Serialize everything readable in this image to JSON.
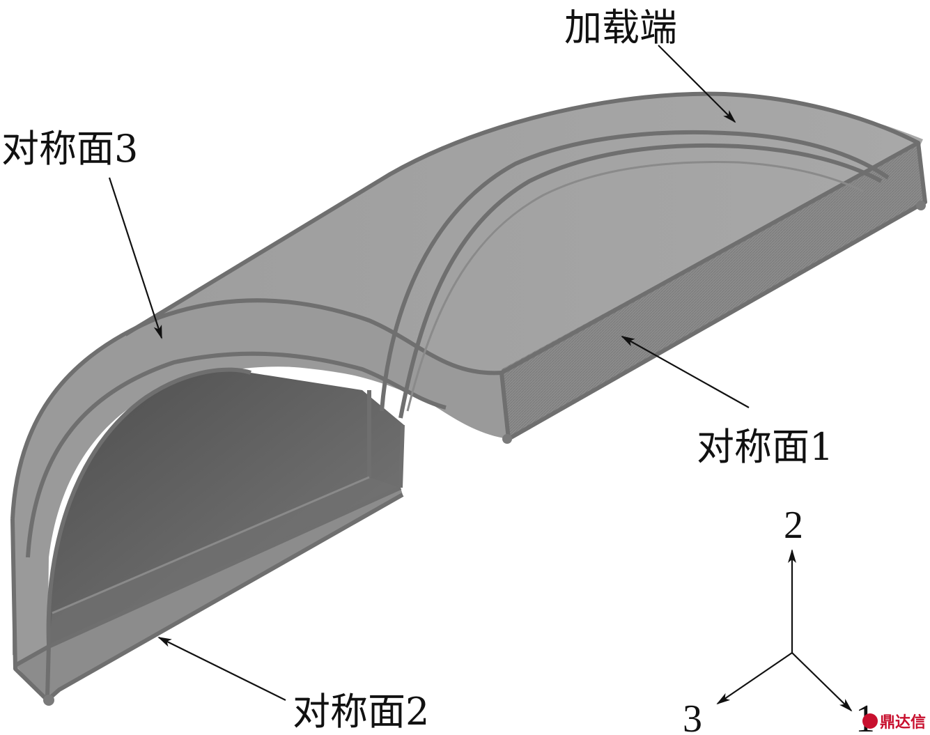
{
  "labels": {
    "load_end": "加载端",
    "symmetry_plane_3": "对称面3",
    "symmetry_plane_1": "对称面1",
    "symmetry_plane_2": "对称面2"
  },
  "axes": {
    "axis_2": "2",
    "axis_3": "3",
    "axis_1": "1"
  },
  "watermark": {
    "text": "鼎达信"
  },
  "colors": {
    "solid_top": "#a4a4a4",
    "solid_face": "#8e8e8e",
    "inner_cavity": "#5c5c5c",
    "edge": "#6f6f6f"
  }
}
